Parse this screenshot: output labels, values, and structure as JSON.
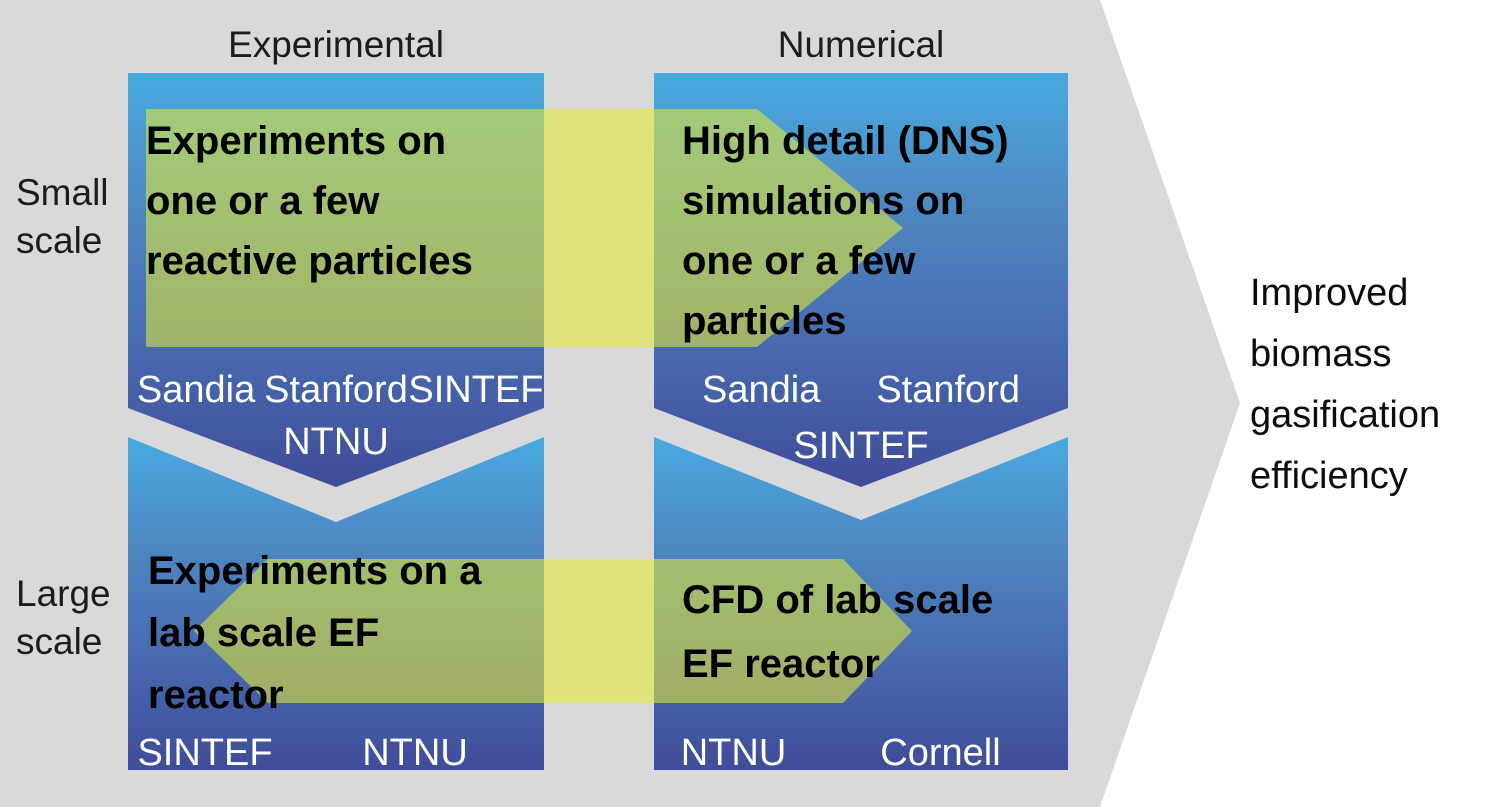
{
  "palette": {
    "canvas_bg": "#ffffff",
    "arrow_gray": "#d9d9d9",
    "box_gradient_top": "#47abdf",
    "box_gradient_mid": "#4e8ac4",
    "box_gradient_bottom": "#404c99",
    "green_arrow": "rgba(225,235,55,0.58)",
    "title_text": "#000000",
    "partner_text": "#ffffff"
  },
  "headers": {
    "experimental": "Experimental",
    "numerical": "Numerical"
  },
  "row_labels": {
    "small": "Small scale",
    "large": "Large scale"
  },
  "quadrants": {
    "top_left": {
      "title": "Experiments on\none or a few\nreactive particles",
      "partners_row1": [
        "Sandia",
        "Stanford",
        "SINTEF"
      ],
      "partners_row2": [
        "NTNU"
      ]
    },
    "top_right": {
      "title": "High detail (DNS)\nsimulations on\none or a few\nparticles",
      "partners_row1": [
        "Sandia",
        "Stanford"
      ],
      "partners_row2": [
        "SINTEF"
      ]
    },
    "bottom_left": {
      "title": "Experiments on a\nlab scale EF\nreactor",
      "partners_row1": [
        "SINTEF",
        "NTNU"
      ]
    },
    "bottom_right": {
      "title": "CFD of lab scale\nEF reactor",
      "partners_row1": [
        "NTNU",
        "Cornell"
      ]
    }
  },
  "outcome": "Improved biomass gasification efficiency"
}
